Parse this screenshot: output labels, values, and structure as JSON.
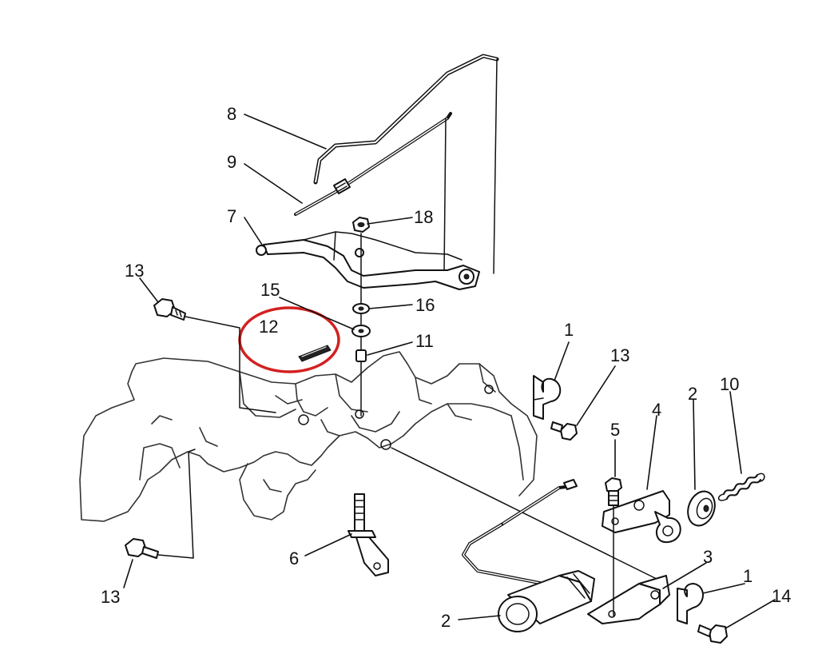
{
  "labels": {
    "p1a": "1",
    "p1b": "1",
    "p2a": "2",
    "p2b": "2",
    "p3": "3",
    "p4": "4",
    "p5": "5",
    "p6": "6",
    "p7": "7",
    "p8": "8",
    "p9": "9",
    "p10": "10",
    "p11": "11",
    "p12": "12",
    "p13a": "13",
    "p13b": "13",
    "p13c": "13",
    "p14": "14",
    "p15": "15",
    "p16": "16",
    "p18": "18"
  },
  "highlight": {
    "part": "12",
    "color": "#d42020"
  }
}
